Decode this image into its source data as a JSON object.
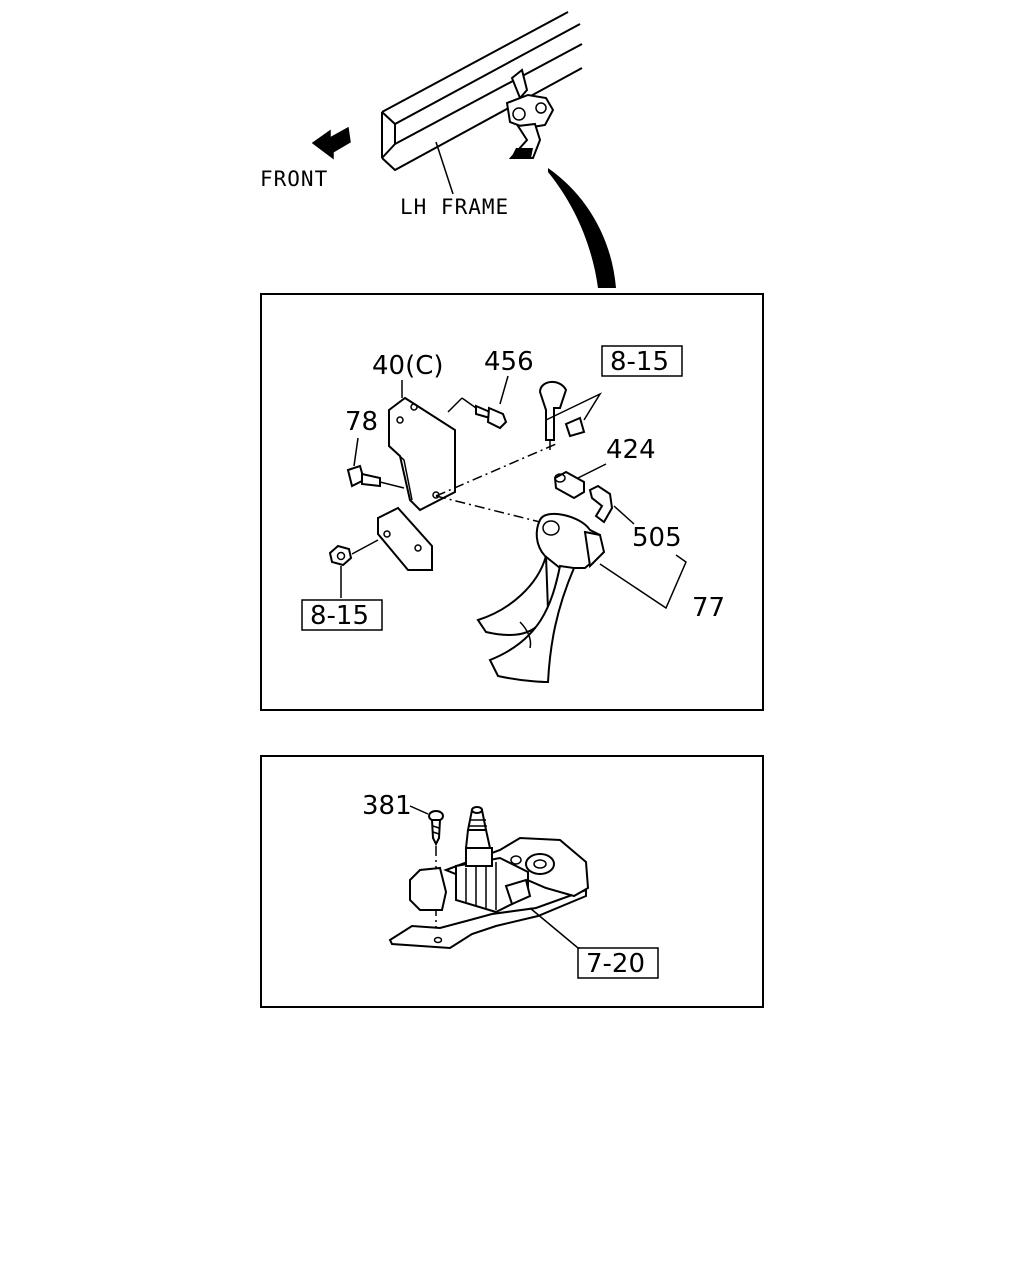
{
  "overview": {
    "front_label": "FRONT",
    "frame_label": "LH FRAME"
  },
  "panel_horn": {
    "callouts": {
      "bracket": "40(C)",
      "bolt_top": "456",
      "clip_ref_top": "8-15",
      "bolt_left": "78",
      "connector": "424",
      "fitting": "505",
      "nut_ref_bottom": "8-15",
      "horn": "77"
    }
  },
  "panel_valve": {
    "callouts": {
      "screw": "381",
      "valve_ref": "7-20"
    }
  }
}
